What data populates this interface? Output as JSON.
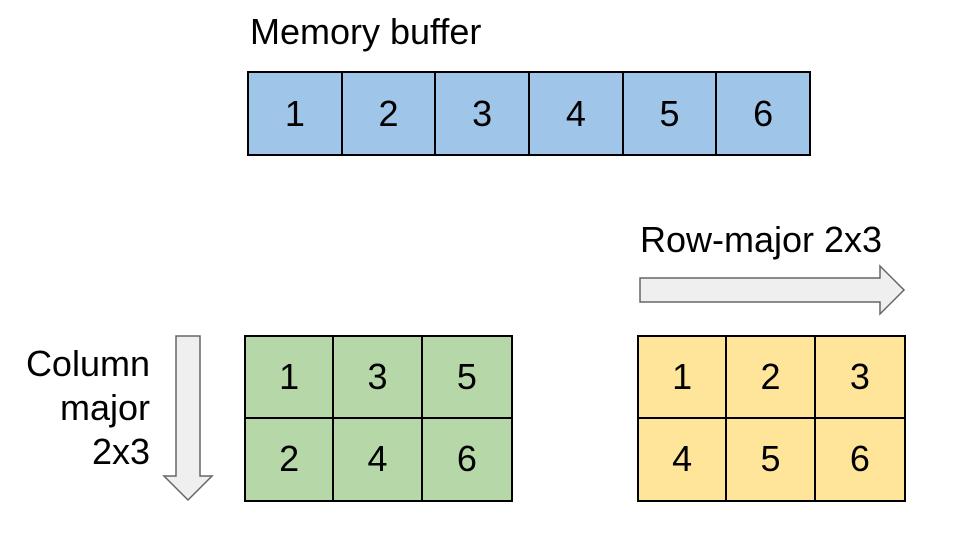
{
  "memory_buffer": {
    "title": "Memory buffer",
    "cells": [
      "1",
      "2",
      "3",
      "4",
      "5",
      "6"
    ],
    "fill_color": "#9fc5e8"
  },
  "column_major": {
    "label_lines": [
      "Column",
      "major",
      "2x3"
    ],
    "cells": [
      "1",
      "3",
      "5",
      "2",
      "4",
      "6"
    ],
    "fill_color": "#b6d7a8",
    "arrow_direction": "down"
  },
  "row_major": {
    "label": "Row-major 2x3",
    "cells": [
      "1",
      "2",
      "3",
      "4",
      "5",
      "6"
    ],
    "fill_color": "#ffe599",
    "arrow_direction": "right"
  },
  "arrow_fill_color": "#efefef",
  "arrow_stroke_color": "#666666"
}
